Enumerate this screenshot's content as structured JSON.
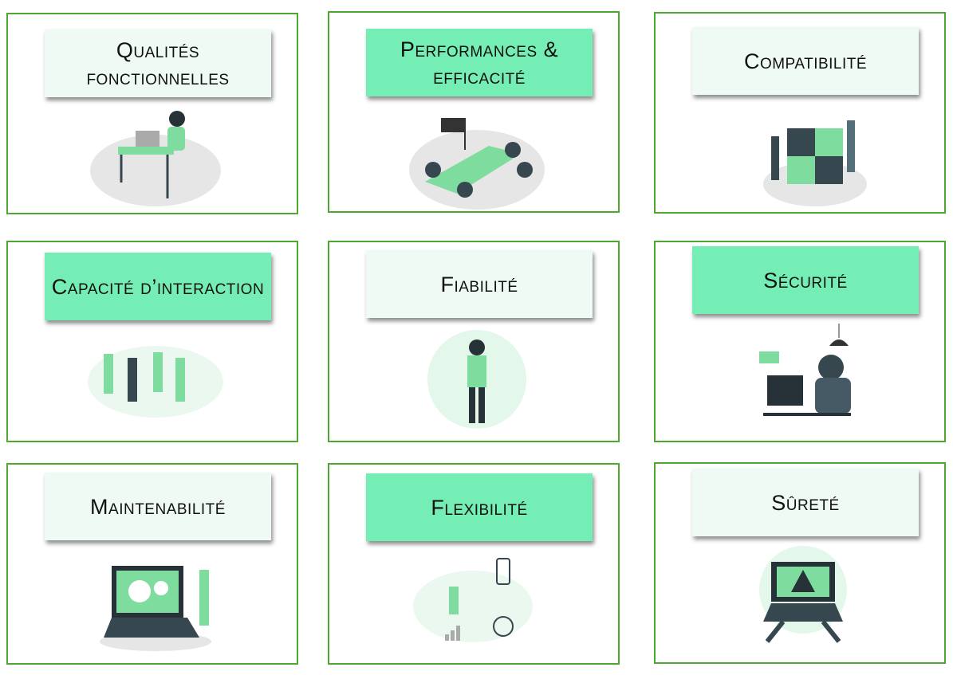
{
  "colors": {
    "border": "#4ea72e",
    "label_light": "#eefaf3",
    "label_bright": "#74eeb4",
    "illustration_green": "#7fdc9f",
    "illustration_dark": "#37474f"
  },
  "cards": [
    {
      "label": "Qualités fonctionnelles",
      "illustration": "woman-at-laptop-desk"
    },
    {
      "label": "Performances & efficacité",
      "illustration": "race-car-checkered-flag"
    },
    {
      "label": "Compatibilité",
      "illustration": "people-puzzle-pieces"
    },
    {
      "label": "Capacité d’interaction",
      "illustration": "celebrating-group"
    },
    {
      "label": "Fiabilité",
      "illustration": "man-thumbs-up"
    },
    {
      "label": "Sécurité",
      "illustration": "hacker-at-computer"
    },
    {
      "label": "Maintenabilité",
      "illustration": "laptop-gears-mechanic"
    },
    {
      "label": "Flexibilité",
      "illustration": "runner-mobile-devices"
    },
    {
      "label": "Sûreté",
      "illustration": "laptop-warning-hands"
    }
  ]
}
